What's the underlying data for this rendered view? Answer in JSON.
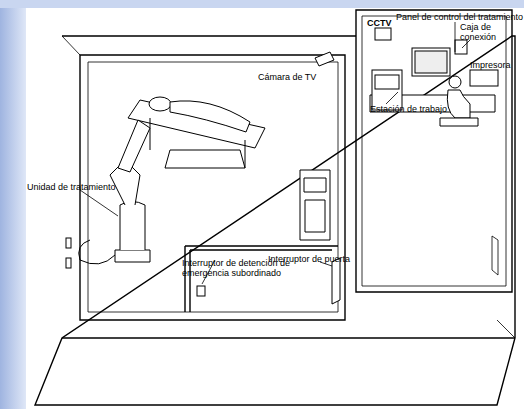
{
  "diagram": {
    "labels": [
      "Panel de control del tratamiento",
      "CCTV",
      "Caja de conexión",
      "Impresora",
      "Cámara de TV",
      "Unidad de tratamiento",
      "Estación de trabajo",
      "Interruptor de detención de emergencia subordinado",
      "Interruptor de puerta"
    ]
  }
}
